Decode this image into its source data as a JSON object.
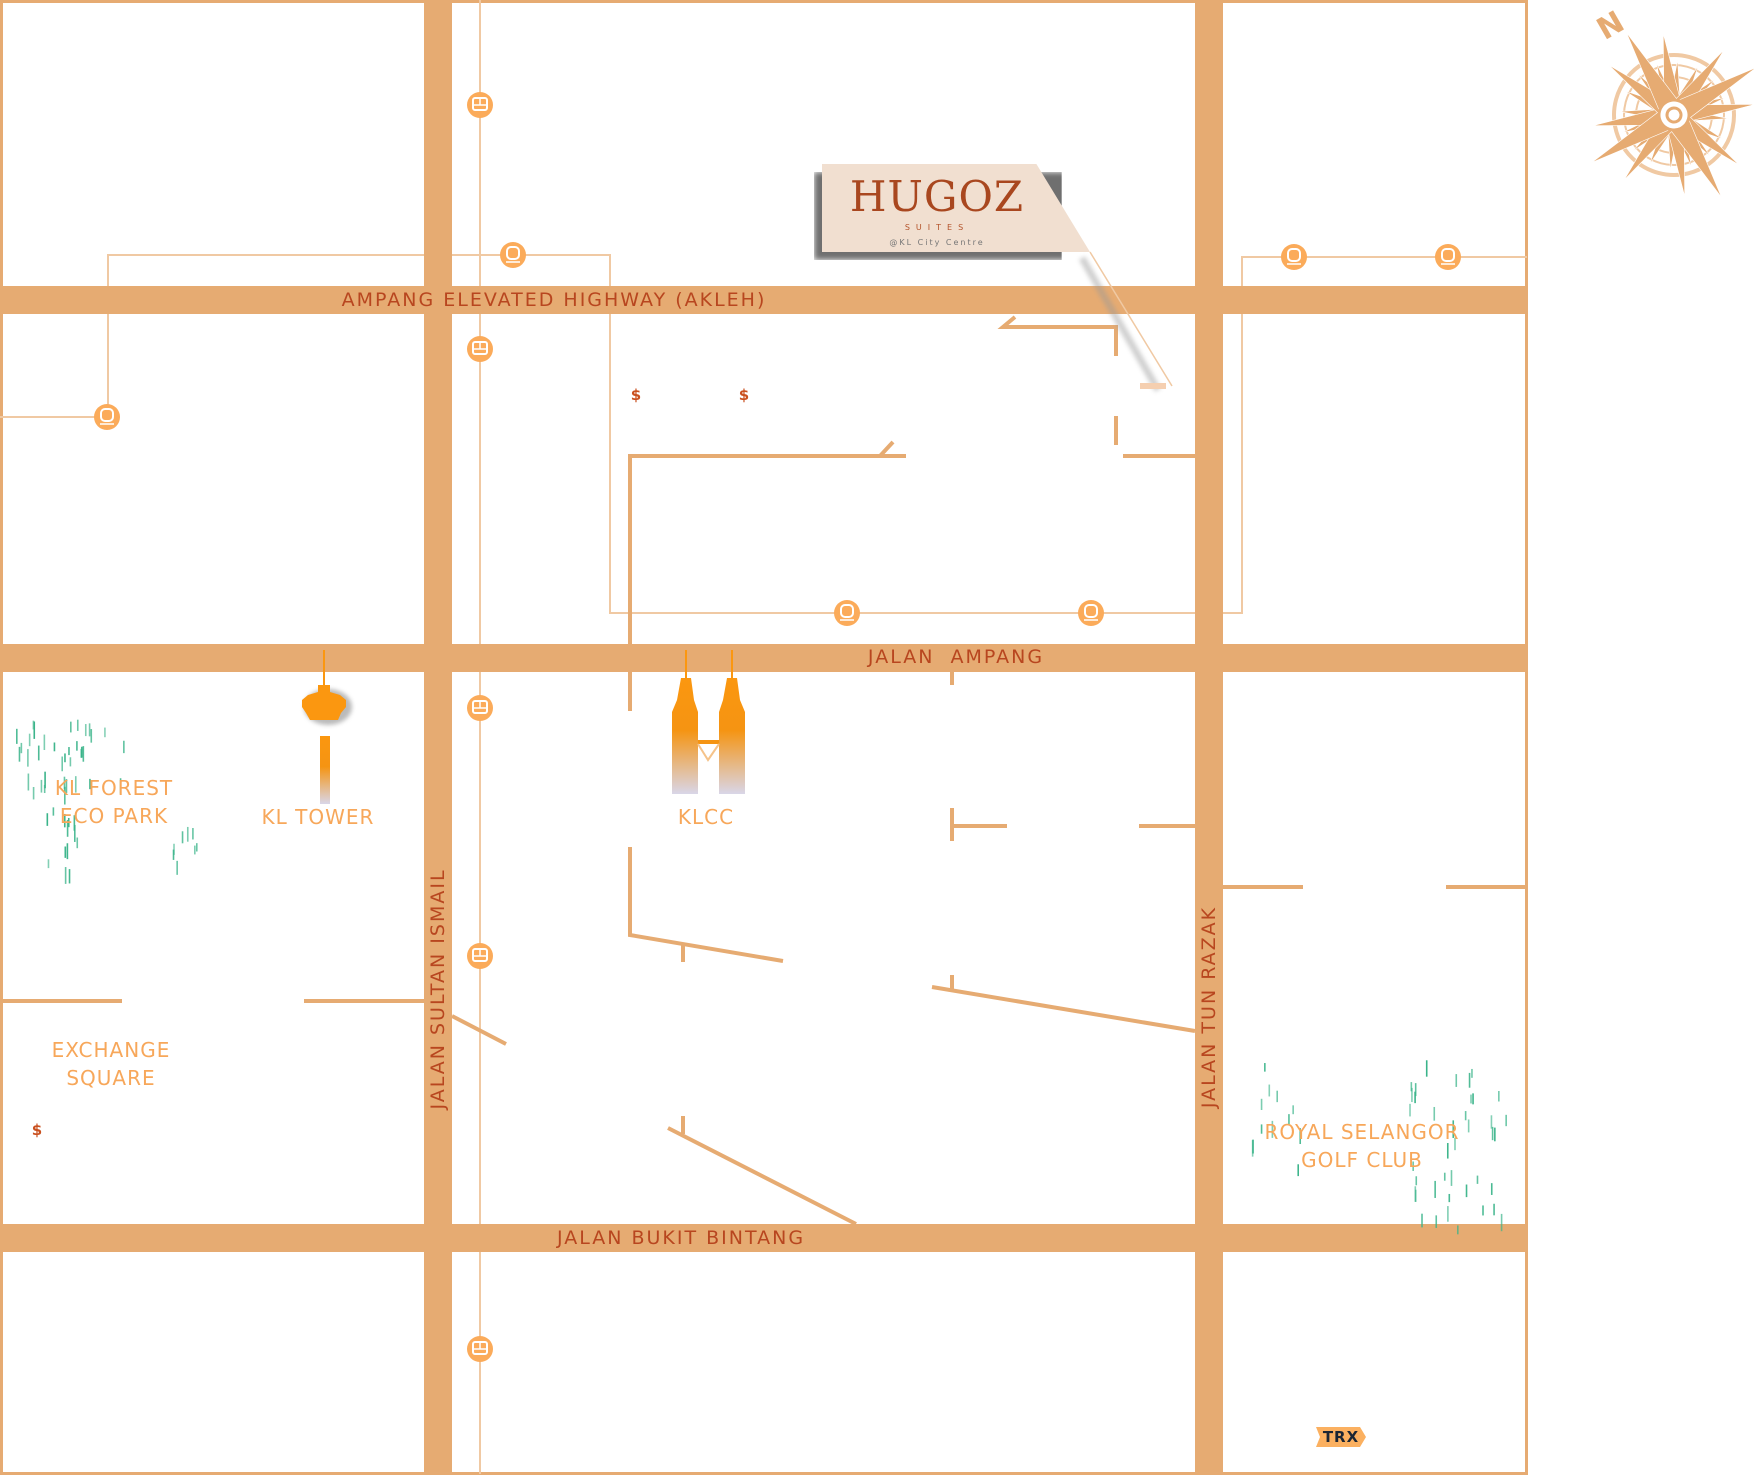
{
  "roads": {
    "akleh": "AMPANG ELEVATED HIGHWAY (AKLEH)",
    "jalan_ampang": "JALAN  AMPANG",
    "bukit_bintang": "JALAN BUKIT BINTANG",
    "sultan_ismail": "JALAN SULTAN ISMAIL",
    "tun_razak": "JALAN TUN RAZAK"
  },
  "places": {
    "kl_forest": [
      "KL FOREST",
      "ECO PARK"
    ],
    "kl_tower": "KL TOWER",
    "klcc": "KLCC",
    "exchange_square": [
      "EXCHANGE",
      "SQUARE"
    ],
    "royal_selangor": [
      "ROYAL SELANGOR",
      "GOLF CLUB"
    ],
    "trx": "TRX"
  },
  "markers": {
    "dollar": "$"
  },
  "callout": {
    "brand": "HUGOZ",
    "suites": "SUITES",
    "location": "@KL City Centre"
  },
  "compass": {
    "north": "N"
  },
  "colors": {
    "road": "#e6ab72",
    "rail": "#f0c9a3",
    "label": "#b8461f",
    "place": "#f7a75a",
    "tree": "#3ab48a",
    "station": "#fbab5a"
  },
  "icons": {
    "bus_stations": "bus-icon",
    "train_stations": "train-icon"
  }
}
